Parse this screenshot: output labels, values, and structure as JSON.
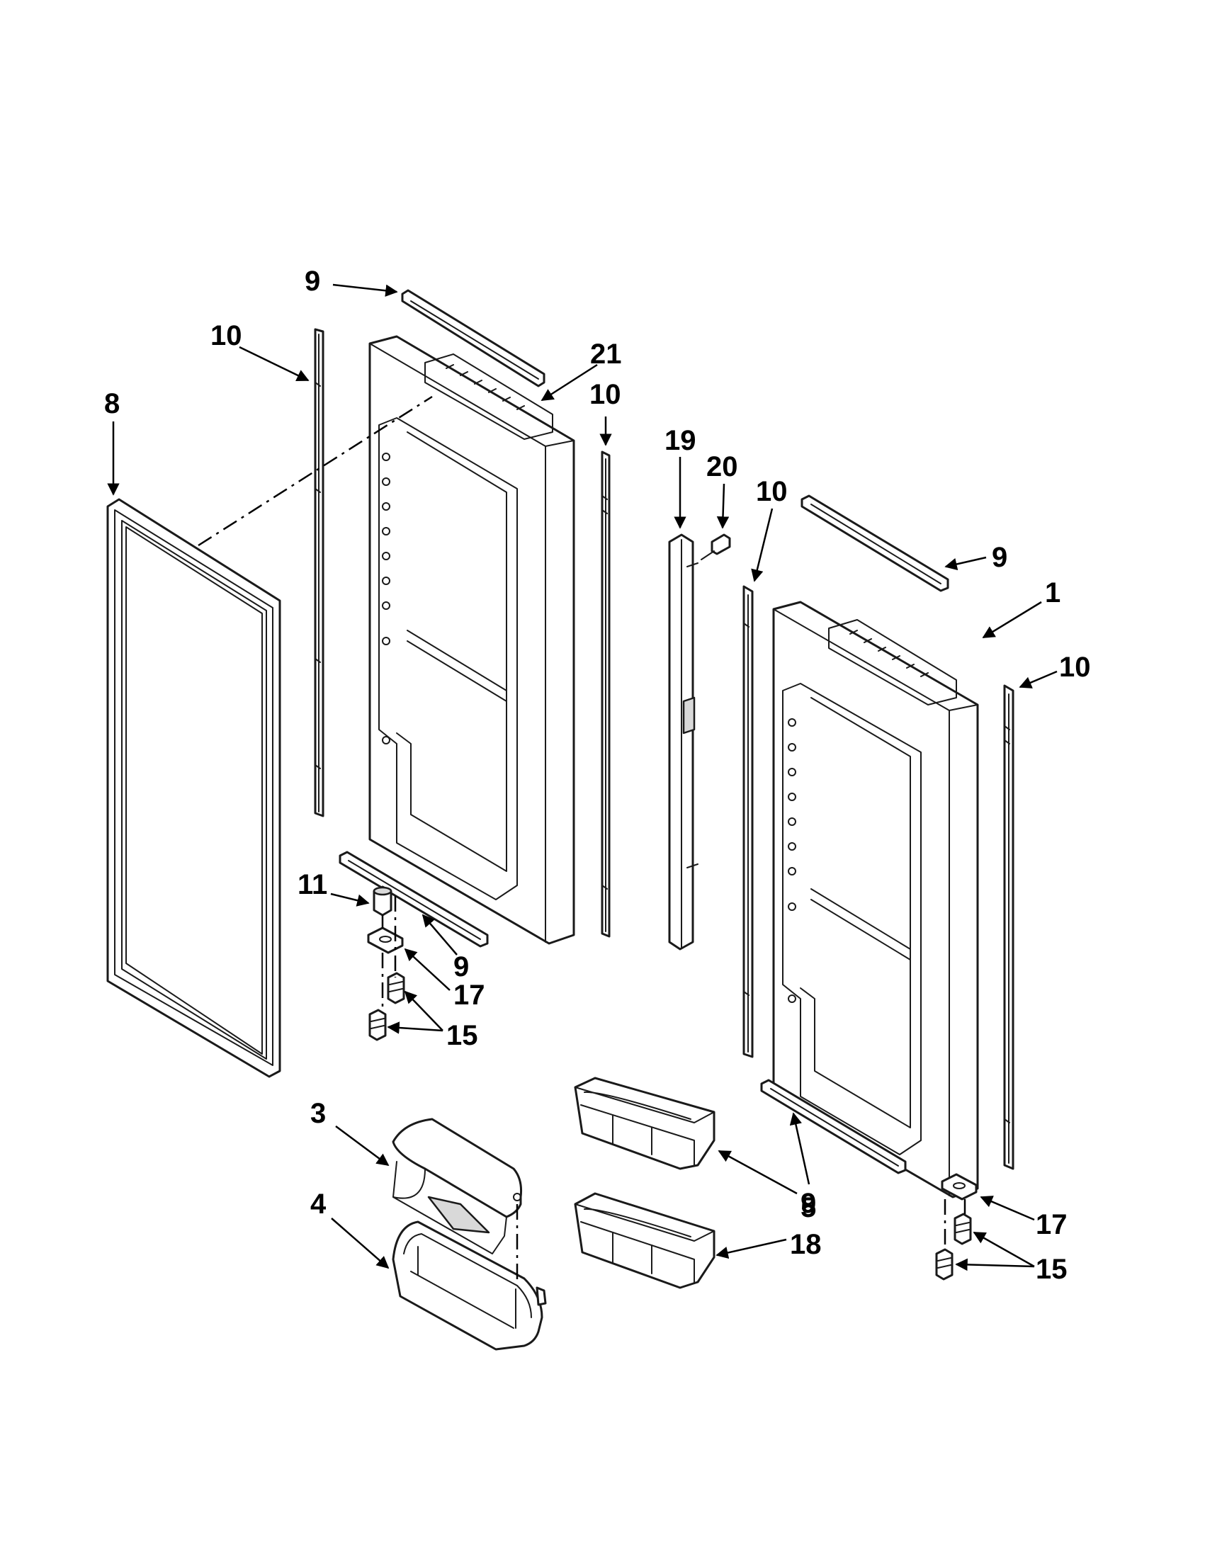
{
  "diagram": {
    "type": "exploded parts diagram",
    "subject": "refrigerator fresh food doors",
    "colors": {
      "line": "#1a1a1a",
      "fill": "#ffffff",
      "shade": "#d9d9d9"
    }
  },
  "callouts": [
    {
      "id": "c-9-top",
      "label": "9"
    },
    {
      "id": "c-10-left",
      "label": "10"
    },
    {
      "id": "c-8",
      "label": "8"
    },
    {
      "id": "c-21",
      "label": "21"
    },
    {
      "id": "c-10-mid",
      "label": "10"
    },
    {
      "id": "c-19",
      "label": "19"
    },
    {
      "id": "c-20",
      "label": "20"
    },
    {
      "id": "c-10-right",
      "label": "10"
    },
    {
      "id": "c-9-right-top",
      "label": "9"
    },
    {
      "id": "c-1",
      "label": "1"
    },
    {
      "id": "c-10-far-right",
      "label": "10"
    },
    {
      "id": "c-11",
      "label": "11"
    },
    {
      "id": "c-9-left-bottom",
      "label": "9"
    },
    {
      "id": "c-17-left",
      "label": "17"
    },
    {
      "id": "c-15-left",
      "label": "15"
    },
    {
      "id": "c-3",
      "label": "3"
    },
    {
      "id": "c-4",
      "label": "4"
    },
    {
      "id": "c-9-right-bottom",
      "label": "9"
    },
    {
      "id": "c-5",
      "label": "5"
    },
    {
      "id": "c-18",
      "label": "18"
    },
    {
      "id": "c-17-right",
      "label": "17"
    },
    {
      "id": "c-15-right",
      "label": "15"
    }
  ]
}
